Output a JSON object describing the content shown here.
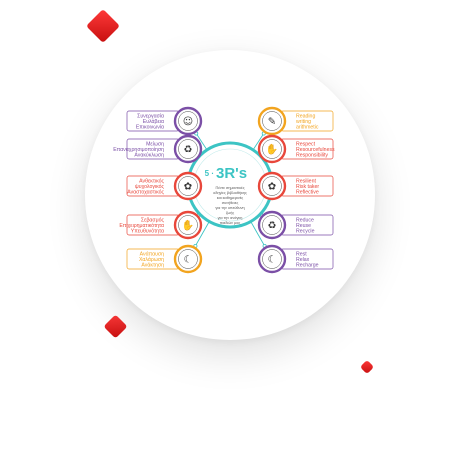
{
  "center": {
    "prefix": "5 ·",
    "title": "3R's",
    "lines": [
      "Πέντε σημαντικές",
      "οδηγίες βιβλιοθήκης",
      "και καθημερινές",
      "συνήθειες",
      "για την υπεύθυνη",
      "ζωής",
      "για την ανάγκη",
      "παιδιών μας"
    ]
  },
  "left_items": [
    {
      "id": "cooperation",
      "lines": [
        "Συνεργασία",
        "Ευλάβεια",
        "Επικοινωνία"
      ],
      "color": "#7b4fa6",
      "icon_name": "people-icon",
      "glyph": "☺"
    },
    {
      "id": "reuse-gr",
      "lines": [
        "Μείωση",
        "Επαναχρησιμοποίηση",
        "Ανακύκλωση"
      ],
      "color": "#7b4fa6",
      "icon_name": "recycle-icon",
      "glyph": "♻"
    },
    {
      "id": "resilience-gr",
      "lines": [
        "Ανθεκτικός",
        "ψυχολογικός",
        "Αναστοχαστικός"
      ],
      "color": "#e8473b",
      "icon_name": "brain-icon",
      "glyph": "✿"
    },
    {
      "id": "respect-gr",
      "lines": [
        "Σεβασμός",
        "Επιχειρηματικότητα",
        "Υπευθυνότητα"
      ],
      "color": "#e8473b",
      "icon_name": "hands-icon",
      "glyph": "✋"
    },
    {
      "id": "rest-gr",
      "lines": [
        "Ανάπαυση",
        "Χαλάρωση",
        "Ανάκτηση"
      ],
      "color": "#f2a41f",
      "icon_name": "sleep-icon",
      "glyph": "☾"
    }
  ],
  "right_items": [
    {
      "id": "reading",
      "lines": [
        "Reading",
        "writing",
        "arithmetic"
      ],
      "color": "#f2a41f",
      "icon_name": "reading-icon",
      "glyph": "✎"
    },
    {
      "id": "respect",
      "lines": [
        "Respect",
        "Resourcefulness",
        "Responsibility"
      ],
      "color": "#e8473b",
      "icon_name": "hands-icon",
      "glyph": "✋"
    },
    {
      "id": "resilient",
      "lines": [
        "Resilient",
        "Risk taker",
        "Reflective"
      ],
      "color": "#e8473b",
      "icon_name": "brain-icon",
      "glyph": "✿"
    },
    {
      "id": "reduce",
      "lines": [
        "Reduce",
        "Reuse",
        "Recycle"
      ],
      "color": "#7b4fa6",
      "icon_name": "recycle-icon",
      "glyph": "♻"
    },
    {
      "id": "rest",
      "lines": [
        "Rest",
        "Relax",
        "Recharge"
      ],
      "color": "#7b4fa6",
      "icon_name": "sleep-icon",
      "glyph": "☾"
    }
  ],
  "colors": {
    "accent": "#3cc4c4",
    "brand_red": "#e01e1e",
    "purple": "#7b4fa6",
    "orange": "#e8473b",
    "yellow": "#f2a41f"
  }
}
